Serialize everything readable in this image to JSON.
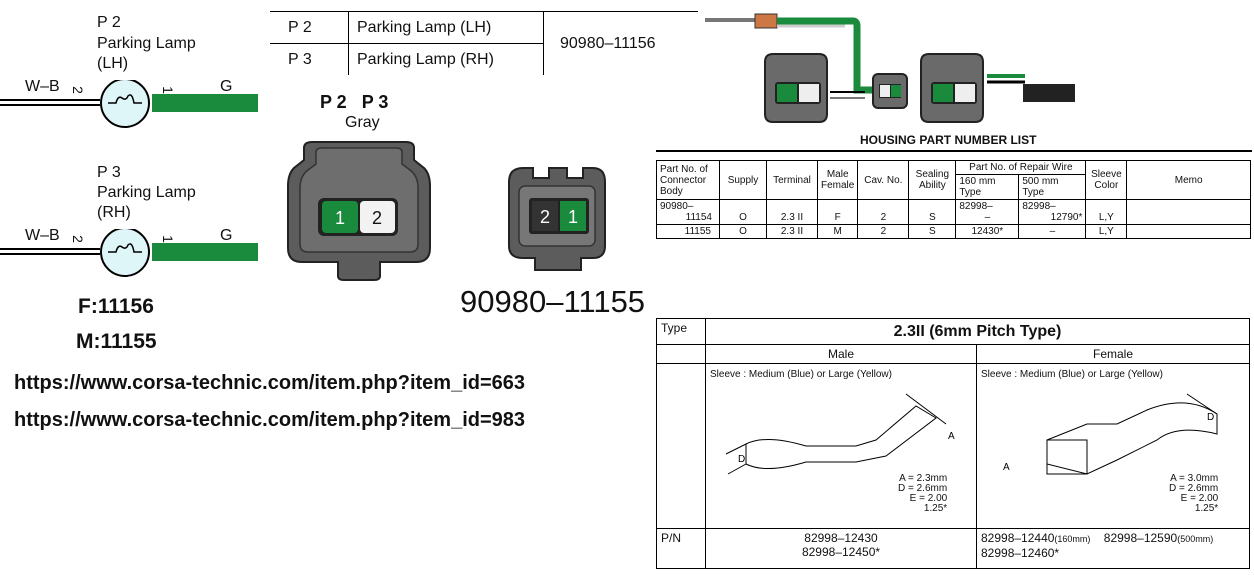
{
  "left": {
    "p2_code": "P 2",
    "p2_name_1": "Parking Lamp",
    "p2_name_2": "(LH)",
    "p3_code": "P 3",
    "p3_name_1": "Parking Lamp",
    "p3_name_2": "(RH)",
    "wire_in": "W–B",
    "wire_out": "G",
    "pin_left": "2",
    "pin_right": "1",
    "female_code": "F:11156",
    "male_code": "M:11155",
    "url_1": "https://www.corsa-technic.com/item.php?item_id=663",
    "url_2": "https://www.corsa-technic.com/item.php?item_id=983"
  },
  "connector": {
    "header": "P 2   P 3",
    "color": "Gray",
    "pin1": "1",
    "pin2": "2",
    "part_number": "90980–11155"
  },
  "top_table": {
    "rows": [
      {
        "code": "P 2",
        "name": "Parking Lamp (LH)"
      },
      {
        "code": "P 3",
        "name": "Parking Lamp (RH)"
      }
    ],
    "part": "90980–11156"
  },
  "housing": {
    "title": "HOUSING PART NUMBER LIST",
    "headers": {
      "part_no": "Part No. of Connector Body",
      "supply": "Supply",
      "terminal": "Terminal",
      "male_female": "Male Female",
      "cav": "Cav. No.",
      "sealing": "Sealing Ability",
      "repair": "Part No. of Repair Wire",
      "r160": "160 mm Type",
      "r500": "500 mm Type",
      "sleeve": "Sleeve Color",
      "memo": "Memo"
    },
    "row1": {
      "part_a": "90980–",
      "part_b": "11154",
      "supply": "O",
      "terminal": "2.3 II",
      "mf": "F",
      "cav": "2",
      "seal": "S",
      "r160_a": "82998–",
      "r160_b": "–",
      "r500_a": "82998–",
      "r500_b": "12790*",
      "sleeve": "L,Y",
      "memo": ""
    },
    "row2": {
      "part": "11155",
      "supply": "O",
      "terminal": "2.3 II",
      "mf": "M",
      "cav": "2",
      "seal": "S",
      "r160": "12430*",
      "r500": "–",
      "sleeve": "L,Y",
      "memo": ""
    }
  },
  "terminal": {
    "type_label": "Type",
    "type_title": "2.3II (6mm Pitch Type)",
    "male": "Male",
    "female": "Female",
    "sleeve_note": "Sleeve : Medium (Blue) or Large (Yellow)",
    "male_dims": [
      "A = 2.3mm",
      "D = 2.6mm",
      "E = 2.00",
      "1.25*"
    ],
    "female_dims": [
      "A = 3.0mm",
      "D = 2.6mm",
      "E = 2.00",
      "1.25*"
    ],
    "dim_a": "A",
    "dim_d": "D",
    "pn_label": "P/N",
    "male_pn_1": "82998–12430",
    "male_pn_2": "82998–12450*",
    "female_pn_1a": "82998–12440",
    "female_pn_1a_sub": "(160mm)",
    "female_pn_1b": "82998–12590",
    "female_pn_1b_sub": "(500mm)",
    "female_pn_2": "82998–12460*"
  },
  "colors": {
    "wire_green": "#1a8a3c",
    "connector_gray": "#5a5a5a",
    "lamp_fill": "#dff6f8"
  }
}
